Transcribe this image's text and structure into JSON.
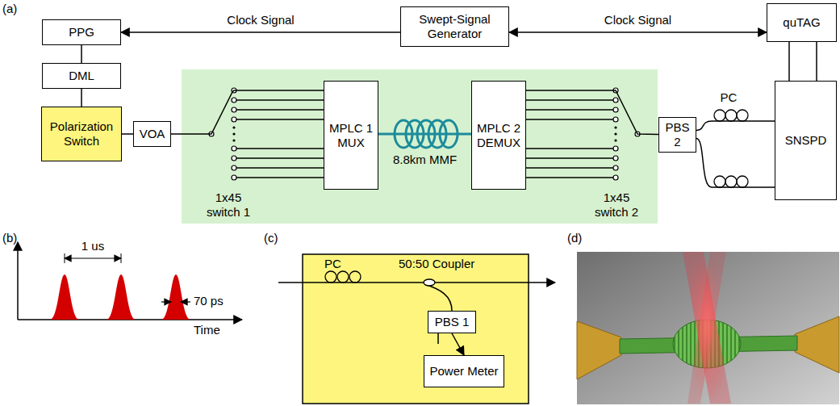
{
  "diagram": {
    "nodes": [
      {
        "text": [
          "PPG"
        ]
      },
      {
        "text": [
          "Swept-Signal Generator"
        ]
      },
      {
        "text": [
          "quTAG"
        ]
      },
      {
        "text": [
          "DML"
        ]
      },
      {
        "text": [
          "Polarization Switch"
        ]
      },
      {
        "text": [
          "VOA"
        ]
      },
      {
        "text": [
          "MPLC 1 MUX"
        ]
      },
      {
        "text": [
          "MPLC 2 DEMUX"
        ]
      },
      {
        "text": [
          "PBS 2"
        ]
      },
      {
        "text": [
          "SNSPD"
        ]
      },
      {
        "text": [
          "PBS 1"
        ]
      },
      {
        "text": [
          "Power Meter"
        ]
      }
    ],
    "edges": [
      {
        "from": 1,
        "to": 0,
        "arrow": "to",
        "label": "Clock Signal"
      },
      {
        "from": 1,
        "to": 2,
        "arrow": "both",
        "label": "Clock Signal"
      },
      {
        "from": 0,
        "to": 3,
        "arrow": "none"
      },
      {
        "from": 3,
        "to": 4,
        "arrow": "none"
      },
      {
        "from": 4,
        "to": 5,
        "arrow": "none"
      },
      {
        "from": 5,
        "to": 6,
        "arrow": "none"
      },
      {
        "from": 6,
        "to": 7,
        "arrow": "none",
        "label": "8.8km MMF"
      },
      {
        "from": 7,
        "to": 8,
        "arrow": "none"
      },
      {
        "from": 8,
        "to": 9,
        "arrow": "none",
        "label": "PC"
      },
      {
        "from": 8,
        "to": 9,
        "arrow": "none"
      },
      {
        "from": 2,
        "to": 9,
        "arrow": "none"
      },
      {
        "from": 2,
        "to": 9,
        "arrow": "none"
      },
      {
        "from": 10,
        "to": 11,
        "arrow": "to"
      }
    ],
    "labels": [
      "(a)",
      "(b)",
      "(c)",
      "(d)",
      "1x45 switch 1",
      "1x45 switch 2",
      "1 us",
      "70 ps",
      "Time",
      "PC",
      "50:50 Coupler"
    ]
  }
}
